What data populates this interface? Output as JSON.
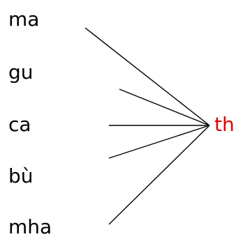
{
  "diagram": {
    "left_words": [
      "ma",
      "gu",
      "ca",
      "bù",
      "mha"
    ],
    "target": "th",
    "colors": {
      "text": "#000000",
      "target": "#e00000",
      "line": "#000000"
    }
  }
}
